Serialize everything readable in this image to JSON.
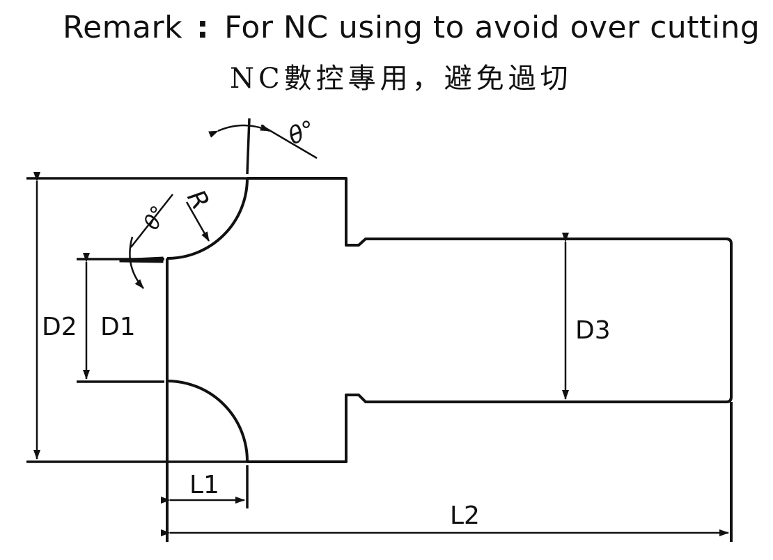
{
  "remark": {
    "label": "Remark",
    "colon": ":",
    "text_en": "For NC using to avoid over cutting",
    "text_zh": "NC數控專用，避免過切"
  },
  "dimensions": {
    "theta_top": "θ°",
    "theta_left": "θ°",
    "radius": "R",
    "d1": "D1",
    "d2": "D2",
    "d3": "D3",
    "l1": "L1",
    "l2": "L2"
  }
}
